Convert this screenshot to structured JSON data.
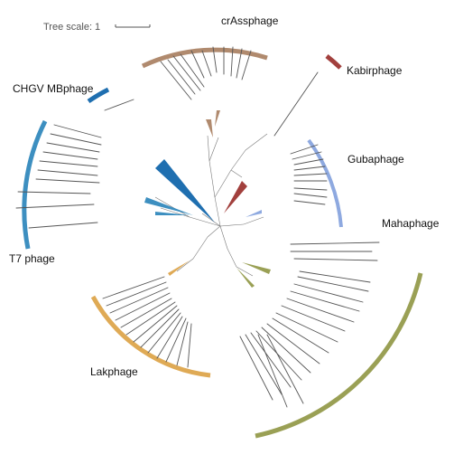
{
  "scale": {
    "label": "Tree scale: 1"
  },
  "clades": [
    {
      "id": "crassphage",
      "label": "crAssphage",
      "color": "#b08a6e"
    },
    {
      "id": "kabirphage",
      "label": "Kabirphage",
      "color": "#a2403d"
    },
    {
      "id": "gubaphage",
      "label": "Gubaphage",
      "color": "#8ea9e0"
    },
    {
      "id": "mahaphage",
      "label": "Mahaphage",
      "color": "#9aa055"
    },
    {
      "id": "lakphage",
      "label": "Lakphage",
      "color": "#dfaa55"
    },
    {
      "id": "t7phage",
      "label": "T7 phage",
      "color": "#3d8fc0"
    },
    {
      "id": "chgv",
      "label": "CHGV MBphage",
      "color": "#1f6fb0"
    }
  ]
}
